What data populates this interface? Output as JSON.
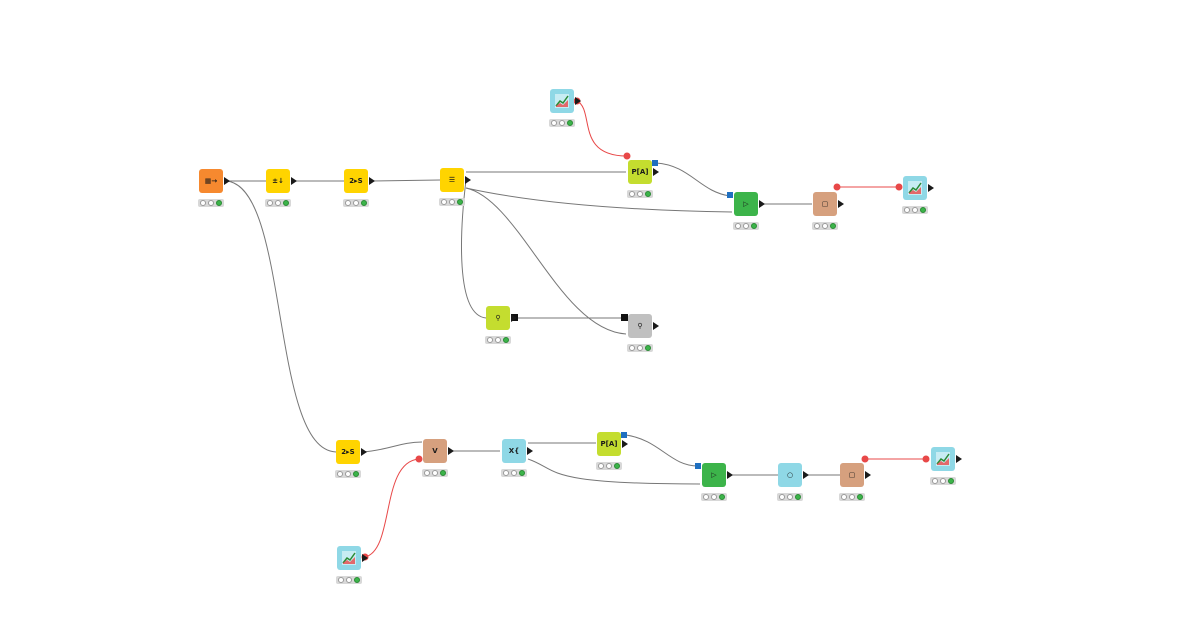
{
  "colors": {
    "wire": "#777777",
    "flow_variable_wire": "#e84848",
    "reader": "#f6892f",
    "manipulator": "#ffd400",
    "learner": "#c4dd2f",
    "predictor": "#3cb44a",
    "viz": "#8fd8e6",
    "transformer": "#d6a07e",
    "metanode": "#c0c0c0",
    "status_ok": "#3cb44a"
  },
  "nodes": [
    {
      "id": "n1",
      "icon": "table-reader-icon",
      "label": "▦→",
      "kind": "reader"
    },
    {
      "id": "n2",
      "icon": "column-filter-icon",
      "label": "±↓",
      "kind": "manipulator"
    },
    {
      "id": "n3",
      "icon": "number-to-string-icon",
      "label": "2▸S",
      "kind": "manipulator"
    },
    {
      "id": "n4",
      "icon": "partitioning-icon",
      "label": "☰",
      "kind": "manipulator"
    },
    {
      "id": "n5",
      "icon": "scorer-viz-icon",
      "label": "",
      "kind": "viz"
    },
    {
      "id": "n6",
      "icon": "learner-icon",
      "label": "P[A]",
      "kind": "learner"
    },
    {
      "id": "n7",
      "icon": "predictor-icon",
      "label": "▷",
      "kind": "predictor"
    },
    {
      "id": "n8",
      "icon": "rule-engine-icon",
      "label": "▢",
      "kind": "transformer"
    },
    {
      "id": "n9",
      "icon": "chart-view-icon",
      "label": "",
      "kind": "viz"
    },
    {
      "id": "n10",
      "icon": "search-component-icon",
      "label": "⚲",
      "kind": "learner"
    },
    {
      "id": "n11",
      "icon": "search-component-icon",
      "label": "⚲",
      "kind": "metanode"
    },
    {
      "id": "n12",
      "icon": "number-to-string-icon",
      "label": "2▸S",
      "kind": "manipulator"
    },
    {
      "id": "n13",
      "icon": "variable-injector-icon",
      "label": "V",
      "kind": "transformer"
    },
    {
      "id": "n14",
      "icon": "x-partitioner-icon",
      "label": "X{",
      "kind": "viz"
    },
    {
      "id": "n15",
      "icon": "learner-icon",
      "label": "P[A]",
      "kind": "learner"
    },
    {
      "id": "n16",
      "icon": "predictor-icon",
      "label": "▷",
      "kind": "predictor"
    },
    {
      "id": "n17",
      "icon": "loop-end-icon",
      "label": "○",
      "kind": "viz"
    },
    {
      "id": "n18",
      "icon": "rule-engine-icon",
      "label": "▢",
      "kind": "transformer"
    },
    {
      "id": "n19",
      "icon": "chart-view-icon",
      "label": "",
      "kind": "viz"
    },
    {
      "id": "n20",
      "icon": "scorer-viz-icon",
      "label": "",
      "kind": "viz"
    }
  ]
}
